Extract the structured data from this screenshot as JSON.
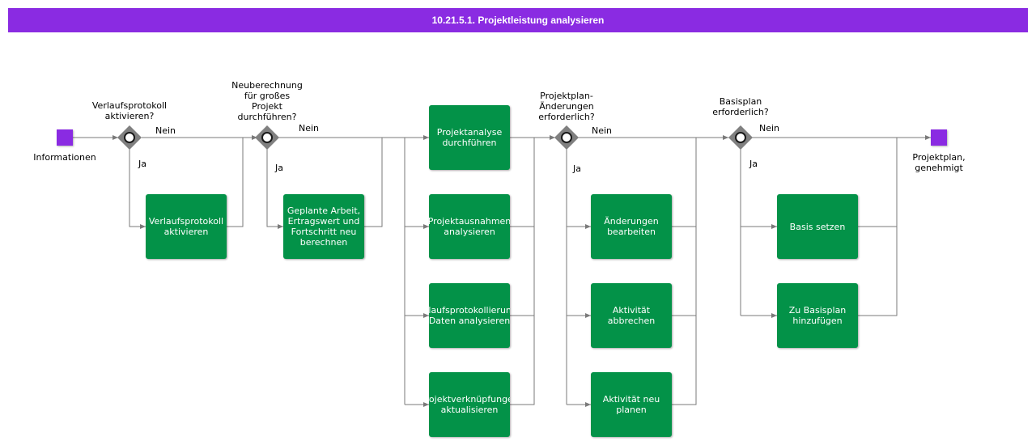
{
  "title": "10.21.5.1. Projektleistung analysieren",
  "events": {
    "start": "Informationen",
    "end": "Projektplan,\ngenehmigt"
  },
  "gateways": [
    {
      "question": "Verlaufsprotokoll\naktivieren?",
      "no": "Nein",
      "yes": "Ja"
    },
    {
      "question": "Neuberechnung\nfür großes\nProjekt\ndurchführen?",
      "no": "Nein",
      "yes": "Ja"
    },
    {
      "question": "Projektplan-\nÄnderungen\nerforderlich?",
      "no": "Nein",
      "yes": "Ja"
    },
    {
      "question": "Basisplan\nerforderlich?",
      "no": "Nein",
      "yes": "Ja"
    }
  ],
  "tasks": {
    "verlauf": "Verlaufsprotokoll\naktivieren",
    "geplant": "Geplante Arbeit,\nErtragswert und\nFortschritt neu\nberechnen",
    "analyse": "Projektanalyse\ndurchführen",
    "ausnahmen": "Projektausnahmen\nanalysieren",
    "protokoll": "Verlaufsprotokollierungs-\nDaten analysieren",
    "verknuepf": "Projektverknüpfungen\naktualisieren",
    "aenderungen": "Änderungen\nbearbeiten",
    "abbrechen": "Aktivität\nabbrechen",
    "neuplanen": "Aktivität neu\nplanen",
    "basis": "Basis setzen",
    "basisplan": "Zu Basisplan\nhinzufügen"
  },
  "colors": {
    "title_bar": "#8a2be2",
    "event": "#8a2be2",
    "task": "#039248",
    "gateway": "#808080",
    "connector": "#7a7a7a"
  }
}
